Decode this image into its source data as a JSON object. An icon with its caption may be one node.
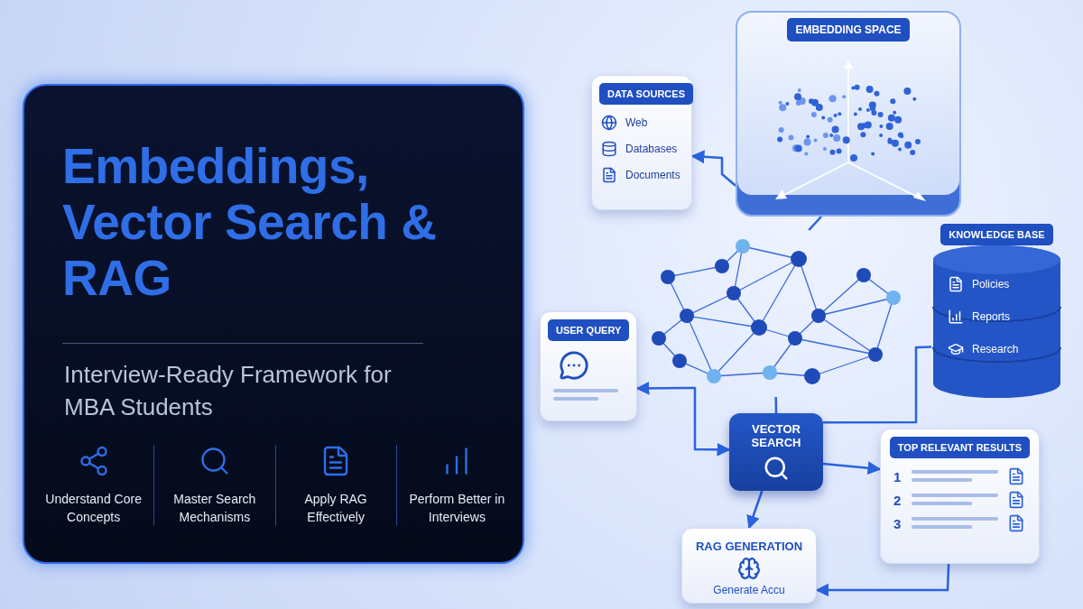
{
  "diagram": {
    "title": "Embeddings, Vector Search & RAG",
    "caption": "Interview-Ready Framework for MBA Students",
    "nodes": [
      {
        "text": [
          "DATA SOURCES",
          "Web",
          "Databases",
          "Documents"
        ]
      },
      {
        "text": [
          "EMBEDDING SPACE"
        ]
      },
      {
        "text": [],
        "shape": "picture"
      },
      {
        "text": [
          "KNOWLEDGE BASE",
          "Policies",
          "Reports",
          "Research"
        ]
      },
      {
        "text": [
          "USER QUERY"
        ]
      },
      {
        "text": [
          "VECTOR SEARCH"
        ]
      },
      {
        "text": [
          "TOP RELEVANT RESULTS",
          "1",
          "2",
          "3"
        ]
      },
      {
        "text": [
          "RAG GENERATION",
          "Generate Accu"
        ]
      }
    ],
    "edges": [
      {
        "from": 1,
        "to": 0,
        "arrow": "to"
      },
      {
        "from": 1,
        "to": 2,
        "arrow": "none"
      },
      {
        "from": 2,
        "to": 5,
        "arrow": "none"
      },
      {
        "from": 5,
        "to": 3,
        "arrow": "none"
      },
      {
        "from": 4,
        "to": 5,
        "arrow": "both"
      },
      {
        "from": 5,
        "to": 6,
        "arrow": "to"
      },
      {
        "from": 5,
        "to": 7,
        "arrow": "to"
      },
      {
        "from": 6,
        "to": 7,
        "arrow": "to"
      }
    ],
    "labels": [
      "Understand Core Concepts",
      "Master Search Mechanisms",
      "Apply RAG Effectively",
      "Perform Better in Interviews"
    ]
  }
}
